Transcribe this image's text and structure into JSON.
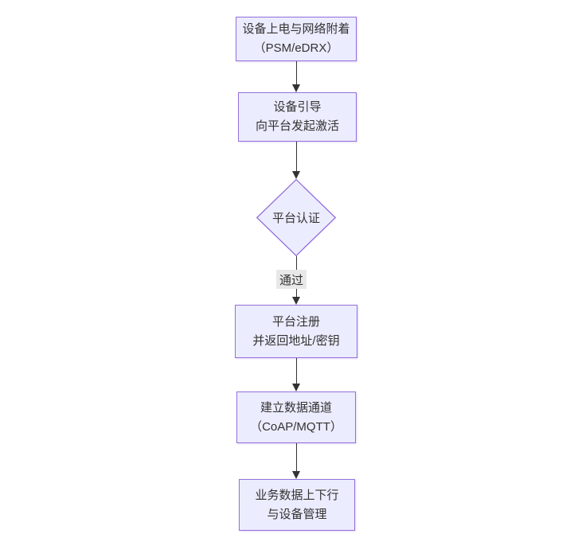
{
  "theme": {
    "canvas_bg": "#ffffff",
    "node_fill": "#ECECFF",
    "node_border": "#9370DB",
    "arrow_color": "#333333",
    "edge_label_bg": "#e8e8e8",
    "text_color": "#333333"
  },
  "flowchart": {
    "direction": "top-down",
    "nodes": [
      {
        "id": "power-on",
        "type": "rect",
        "line1": "设备上电与网络附着",
        "line2": "（PSM/eDRX）"
      },
      {
        "id": "bootstrap",
        "type": "rect",
        "line1": "设备引导",
        "line2": "向平台发起激活"
      },
      {
        "id": "auth",
        "type": "diamond",
        "line1": "平台认证"
      },
      {
        "id": "register",
        "type": "rect",
        "line1": "平台注册",
        "line2": "并返回地址/密钥"
      },
      {
        "id": "channel",
        "type": "rect",
        "line1": "建立数据通道",
        "line2": "（CoAP/MQTT）"
      },
      {
        "id": "business",
        "type": "rect",
        "line1": "业务数据上下行",
        "line2": "与设备管理"
      }
    ],
    "edges": [
      {
        "from": "power-on",
        "to": "bootstrap",
        "label": ""
      },
      {
        "from": "bootstrap",
        "to": "auth",
        "label": ""
      },
      {
        "from": "auth",
        "to": "register",
        "label": "通过"
      },
      {
        "from": "register",
        "to": "channel",
        "label": ""
      },
      {
        "from": "channel",
        "to": "business",
        "label": ""
      }
    ]
  }
}
